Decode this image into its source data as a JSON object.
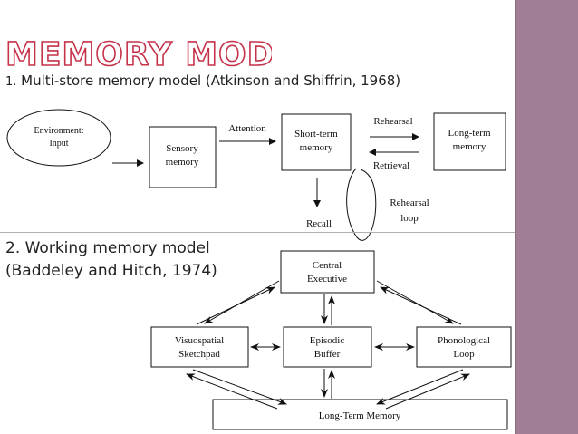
{
  "title": "MEMORY MODELS",
  "accent_color": "#c5334a",
  "sidebar_color": "#a07e94",
  "model1": {
    "heading_number": "1.",
    "heading_text": " Multi-store memory model (Atkinson and Shiffrin, 1968)",
    "environment": [
      "Environment:",
      "Input"
    ],
    "sensory": [
      "Sensory",
      "memory"
    ],
    "attention": "Attention",
    "short_term": [
      "Short-term",
      "memory"
    ],
    "rehearsal": "Rehearsal",
    "retrieval": "Retrieval",
    "long_term": [
      "Long-term",
      "memory"
    ],
    "rehearsal_loop": [
      "Rehearsal",
      "loop"
    ],
    "recall": "Recall"
  },
  "model2": {
    "heading_line1": "2. Working memory model",
    "heading_line2": "(Baddeley and Hitch, 1974)",
    "central_executive": [
      "Central",
      "Executive"
    ],
    "visuospatial": [
      "Visuospatial",
      "Sketchpad"
    ],
    "episodic": [
      "Episodic",
      "Buffer"
    ],
    "phonological": [
      "Phonological",
      "Loop"
    ],
    "long_term_memory": "Long-Term Memory"
  }
}
